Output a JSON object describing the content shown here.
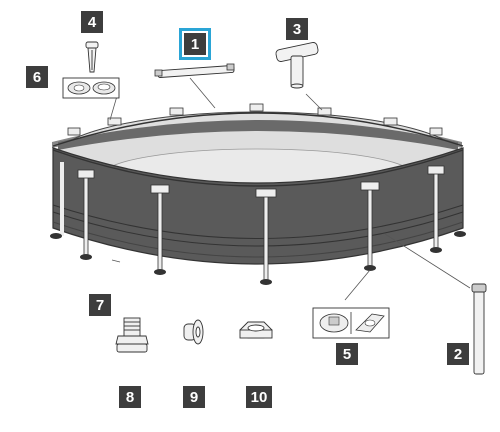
{
  "callouts": [
    {
      "id": "1",
      "label": "1",
      "highlighted": true
    },
    {
      "id": "2",
      "label": "2"
    },
    {
      "id": "3",
      "label": "3"
    },
    {
      "id": "4",
      "label": "4"
    },
    {
      "id": "5",
      "label": "5"
    },
    {
      "id": "6",
      "label": "6"
    },
    {
      "id": "7",
      "label": "7"
    },
    {
      "id": "8",
      "label": "8"
    },
    {
      "id": "9",
      "label": "9"
    },
    {
      "id": "10",
      "label": "10"
    }
  ],
  "colors": {
    "badge": "#3d3d3d",
    "badge_text": "#ffffff",
    "highlight": "#2aa5d6",
    "pool_wall": "#5a5a5a",
    "pool_floor": "#d9d9d9",
    "line": "#333333"
  },
  "icons": {
    "part_1": "top-rail-icon",
    "part_2": "vertical-leg-icon",
    "part_3": "t-joint-icon",
    "part_4": "pin-icon",
    "part_5": "leg-cap-icon",
    "part_6": "seal-icon",
    "part_7": "pool-liner",
    "part_8": "drain-valve-icon",
    "part_9": "strainer-icon",
    "part_10": "nut-icon"
  }
}
